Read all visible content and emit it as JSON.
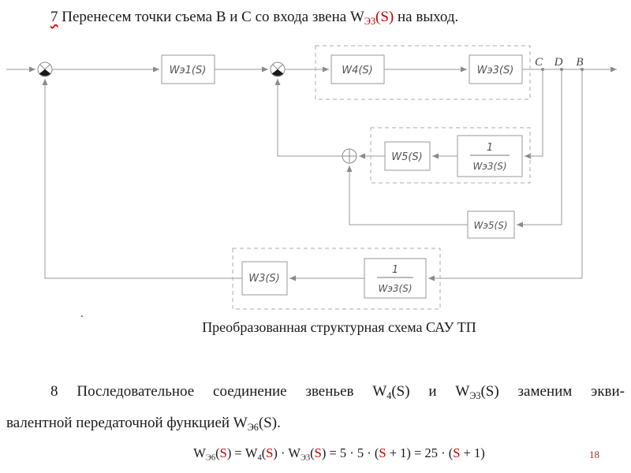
{
  "slide": {
    "title_segments": [
      {
        "t": "7",
        "c": "squig"
      },
      {
        "t": " Перенесем точки съема В и С со входа звена W"
      },
      {
        "t": "Э3",
        "c": "sub red"
      },
      {
        "t": "(S)",
        "c": "red"
      },
      {
        "t": " на выход."
      }
    ],
    "stray_dot": ".",
    "caption": "Преобразованная структурная схема САУ ТП",
    "para8_line1_segments": [
      {
        "t": "8 Последовательное соединение звеньев W"
      },
      {
        "t": "4",
        "c": "sub"
      },
      {
        "t": "(S) и W"
      },
      {
        "t": "Э3",
        "c": "sub"
      },
      {
        "t": "(S) заменим экви-"
      }
    ],
    "para8_line2_segments": [
      {
        "t": "валентной передаточной функцией W"
      },
      {
        "t": "Э6",
        "c": "sub"
      },
      {
        "t": "(S)."
      }
    ],
    "formula_segments": [
      {
        "t": "W"
      },
      {
        "t": "Э6",
        "c": "sub"
      },
      {
        "t": "("
      },
      {
        "t": "S",
        "c": "red"
      },
      {
        "t": ") = W"
      },
      {
        "t": "4",
        "c": "sub"
      },
      {
        "t": "("
      },
      {
        "t": "S",
        "c": "red"
      },
      {
        "t": ") · W"
      },
      {
        "t": "Э3",
        "c": "sub"
      },
      {
        "t": "("
      },
      {
        "t": "S",
        "c": "red"
      },
      {
        "t": ") = 5 · 5 · ("
      },
      {
        "t": "S",
        "c": "red"
      },
      {
        "t": " + 1) = 25 · ("
      },
      {
        "t": "S",
        "c": "red"
      },
      {
        "t": " + 1)"
      }
    ],
    "page_number": "18"
  },
  "diagram": {
    "blocks": {
      "we1": "Wэ1(S)",
      "w4": "W4(S)",
      "we3": "Wэ3(S)",
      "w5": "W5(S)",
      "frac_mid_num": "1",
      "frac_mid_den": "Wэ3(S)",
      "we5": "Wэ5(S)",
      "frac_bot_num": "1",
      "frac_bot_den": "Wэ3(S)",
      "w3": "W3(S)"
    },
    "taps": {
      "c": "C",
      "d": "D",
      "b": "B"
    }
  },
  "colors": {
    "accent_red": "#c00000",
    "line_gray": "#9a9a9a",
    "page_number_red": "#993333"
  }
}
